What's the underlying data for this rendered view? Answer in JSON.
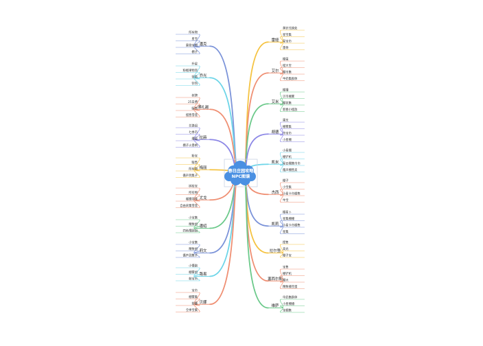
{
  "center": {
    "lines": [
      "春日庄园攻略",
      "NPC图谱"
    ],
    "color": "#4a90e2",
    "selection_color": "#c9d3e3"
  },
  "branches": [
    {
      "side": "left",
      "label": "潘克",
      "color": "#7b93d9",
      "items": [
        "所有物",
        "星宝",
        "雷骨宝物",
        "棚子"
      ]
    },
    {
      "side": "left",
      "label": "乔光",
      "color": "#6dd5e8",
      "items": [
        "升星",
        "粉榴果物资",
        "竖笛",
        "铃铛"
      ]
    },
    {
      "side": "left",
      "label": "博礼越",
      "color": "#ef8f73",
      "items": [
        "树牌",
        "25日费",
        "贩售",
        "摆售雪莲"
      ]
    },
    {
      "side": "left",
      "label": "拉赫",
      "color": "#8c87e6",
      "items": [
        "兑换组",
        "七季市",
        "爆蛋",
        "棚子火香柄"
      ]
    },
    {
      "side": "left",
      "label": "梅丽",
      "color": "#f5c342",
      "items": [
        "粉宝",
        "贩售",
        "所有物",
        "循声到集子"
      ]
    },
    {
      "side": "left",
      "label": "尤戈",
      "color": "#ef8f73",
      "items": [
        "树枝宝",
        "所有物",
        "棚雾雨珠",
        "自由采集雪莲"
      ]
    },
    {
      "side": "left",
      "label": "潘绍",
      "color": "#6bc98a",
      "items": [
        "小宝集",
        "精致组",
        "四色慢跑组"
      ]
    },
    {
      "side": "left",
      "label": "莉文",
      "color": "#7b93d9",
      "items": [
        "小宝集",
        "精致组",
        "循声到集子"
      ]
    },
    {
      "side": "left",
      "label": "路易",
      "color": "#6dd5e8",
      "items": [
        "小慢跑",
        "棚雾组",
        "粉宝市"
      ]
    },
    {
      "side": "left",
      "label": "贝娜",
      "color": "#ef8f73",
      "items": [
        "宝市",
        "棚雾集",
        "拍量",
        "全季宝集"
      ]
    },
    {
      "side": "right",
      "label": "雷娅",
      "color": "#f5c342",
      "items": [
        "黄铃兑换处",
        "星宝集",
        "星宝市",
        "雷骨"
      ]
    },
    {
      "side": "right",
      "label": "艾尔",
      "color": "#ef8f73",
      "items": [
        "棚蛋",
        "摆大宝",
        "棚市集",
        "牛奶集群体"
      ]
    },
    {
      "side": "right",
      "label": "艾米",
      "color": "#6bc98a",
      "items": [
        "棚播",
        "贝市棚雾",
        "棚花集",
        "新春小摆放"
      ]
    },
    {
      "side": "right",
      "label": "胡德",
      "color": "#8c87e6",
      "items": [
        "雷叉",
        "棚雾集",
        "市宝市",
        "小星棚"
      ]
    },
    {
      "side": "right",
      "label": "凯米",
      "color": "#6dd5e8",
      "items": [
        "小星棚",
        "棚铲机",
        "星云棚集市市",
        "循声棚售卖"
      ]
    },
    {
      "side": "right",
      "label": "杰西",
      "color": "#ef8f73",
      "items": [
        "棚子",
        "小宝集",
        "小星卡市棚售",
        "牛宝"
      ]
    },
    {
      "side": "right",
      "label": "凯莉",
      "color": "#7b93d9",
      "items": [
        "棚星卜",
        "星集棚棚",
        "小星卡市棚售",
        "星集"
      ]
    },
    {
      "side": "right",
      "label": "拉尔登",
      "color": "#f5c342",
      "items": [
        "摆售",
        "高光",
        "棚子宝"
      ]
    },
    {
      "side": "right",
      "label": "塞西尔斯",
      "color": "#ef8f73",
      "items": [
        "宝售",
        "棚铲机",
        "棚大",
        "精致播宝蛋"
      ]
    },
    {
      "side": "right",
      "label": "维萨",
      "color": "#6bc98a",
      "items": [
        "牛奶集群体",
        "小星棚播",
        "宝棚集"
      ]
    }
  ]
}
